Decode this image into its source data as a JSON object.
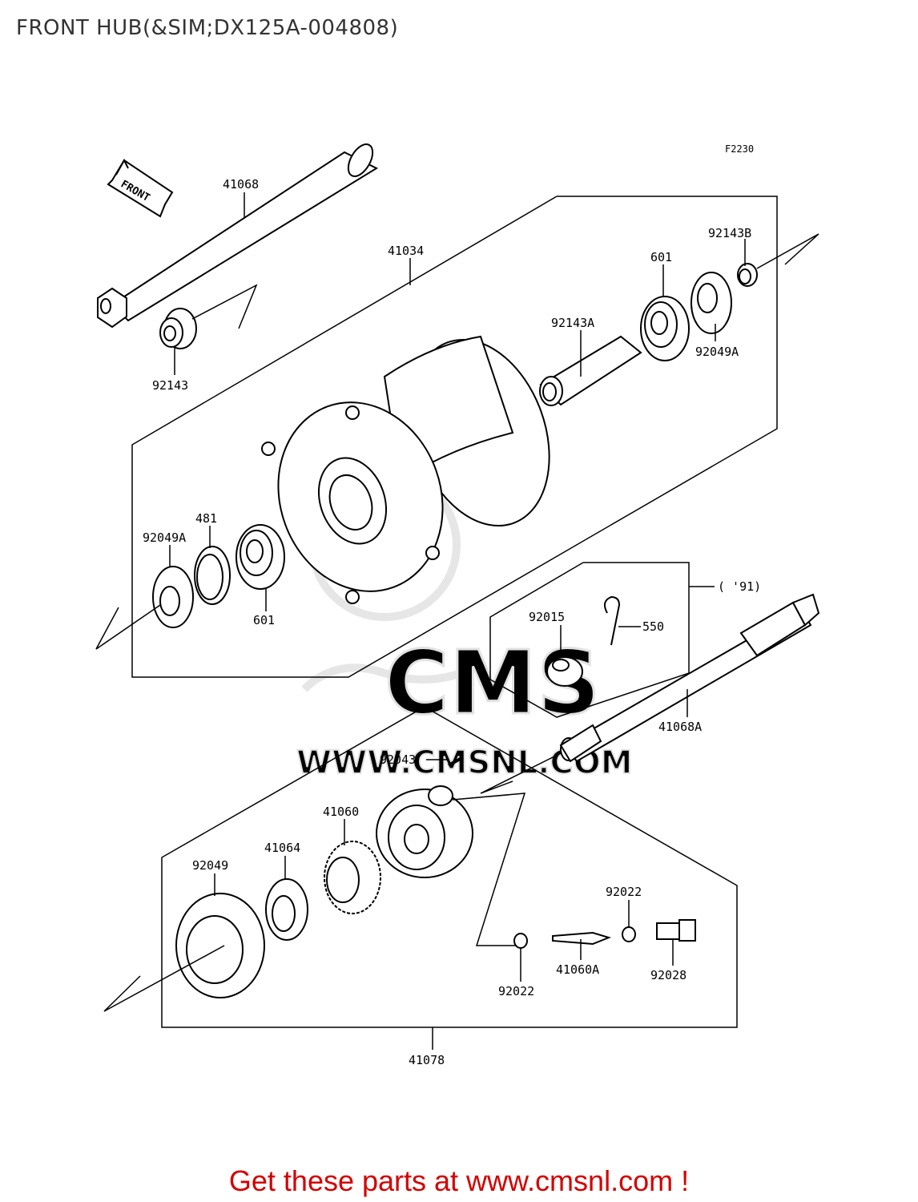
{
  "title": "FRONT HUB(&SIM;DX125A-004808)",
  "figure_code": "F2230",
  "front_label": "FRONT",
  "watermark": {
    "brand": "CMS",
    "url": "WWW.CMSNL.COM"
  },
  "callouts": {
    "p41068": "41068",
    "p41034": "41034",
    "p92143B": "92143B",
    "p601_top": "601",
    "p92143A": "92143A",
    "p92049A_top": "92049A",
    "p92143": "92143",
    "p481": "481",
    "p92049A_left": "92049A",
    "p601_left": "601",
    "p91": "( '91)",
    "p92015": "92015",
    "p550": "550",
    "p41068A": "41068A",
    "p92043": "92043",
    "p41060": "41060",
    "p41064": "41064",
    "p92049": "92049",
    "p92022_right": "92022",
    "p92022_bottom": "92022",
    "p41060A": "41060A",
    "p92028": "92028",
    "p41078": "41078"
  },
  "footer": "Get these parts at www.cmsnl.com !",
  "colors": {
    "footer": "#d40000",
    "title": "#333333",
    "lines": "#000000",
    "watermark": "#e6e6e6"
  }
}
